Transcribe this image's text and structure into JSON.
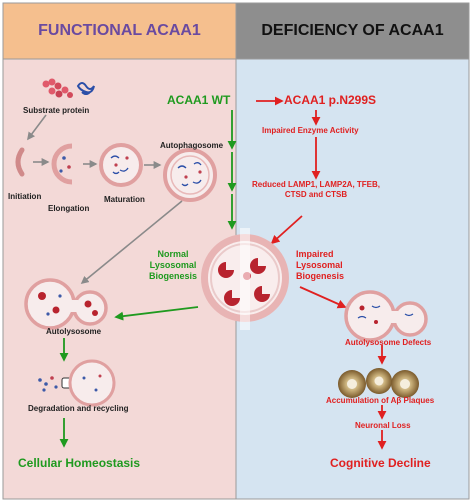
{
  "left_panel": {
    "header": "FUNCTIONAL ACAA1",
    "substrate_label": "Substrate protein",
    "initiation_label": "Initiation",
    "elongation_label": "Elongation",
    "maturation_label": "Maturation",
    "autophagosome_label": "Autophagosome",
    "wt_label": "ACAA1 WT",
    "normal_biogenesis_label": "Normal\nLysosomal\nBiogenesis",
    "autolysosome_label": "Autolysosome",
    "degradation_label": "Degradation and recycling",
    "homeostasis_label": "Cellular Homeostasis"
  },
  "right_panel": {
    "header": "DEFICIENCY OF ACAA1",
    "mutant_label": "ACAA1 p.N299S",
    "impaired_activity_label": "Impaired Enzyme Activity",
    "reduced_label": "Reduced LAMP1, LAMP2A, TFEB,\nCTSD and CTSB",
    "impaired_biogenesis_label": "Impaired\nLysosomal\nBiogenesis",
    "autolysosome_defects_label": "Autolysosome Defects",
    "plaques_label": "Accumulation of Aβ Plaques",
    "neuronal_loss_label": "Neuronal Loss",
    "cognitive_label": "Cognitive Decline"
  },
  "colors": {
    "left_header_bg": "#f5bf8e",
    "left_header_text": "#6a4aa0",
    "left_panel_bg": "#f3d9d7",
    "right_header_bg": "#8e8e8e",
    "right_header_text": "#111111",
    "right_panel_bg": "#d5e4f1",
    "green": "#1f9a1f",
    "red": "#e02020"
  }
}
